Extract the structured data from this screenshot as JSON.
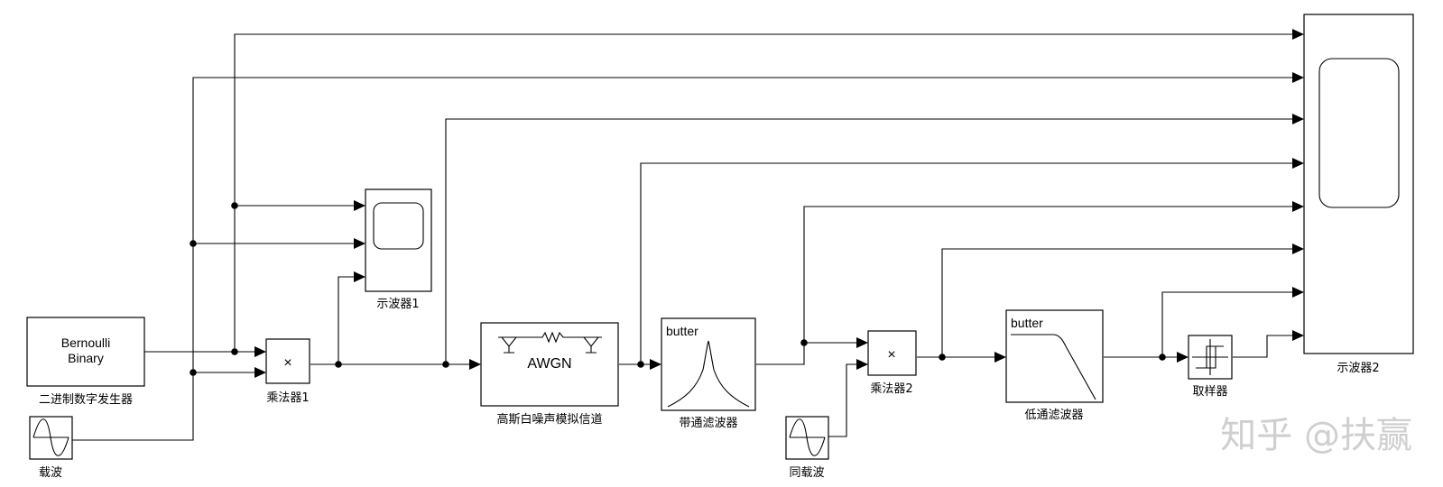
{
  "blocks": {
    "bernoulli": {
      "line1": "Bernoulli",
      "line2": "Binary",
      "label": "二进制数字发生器"
    },
    "carrier": {
      "label": "载波"
    },
    "multiplier1": {
      "symbol": "×",
      "label": "乘法器1"
    },
    "scope1": {
      "label": "示波器1"
    },
    "awgn": {
      "text": "AWGN",
      "label": "高斯白噪声模拟信道"
    },
    "bandpass": {
      "text": "butter",
      "label": "带通滤波器"
    },
    "sync_carrier": {
      "label": "同载波"
    },
    "multiplier2": {
      "symbol": "×",
      "label": "乘法器2"
    },
    "lowpass": {
      "text": "butter",
      "label": "低通滤波器"
    },
    "sampler": {
      "label": "取样器"
    },
    "scope2": {
      "label": "示波器2"
    }
  },
  "watermark": "知乎 @扶赢"
}
